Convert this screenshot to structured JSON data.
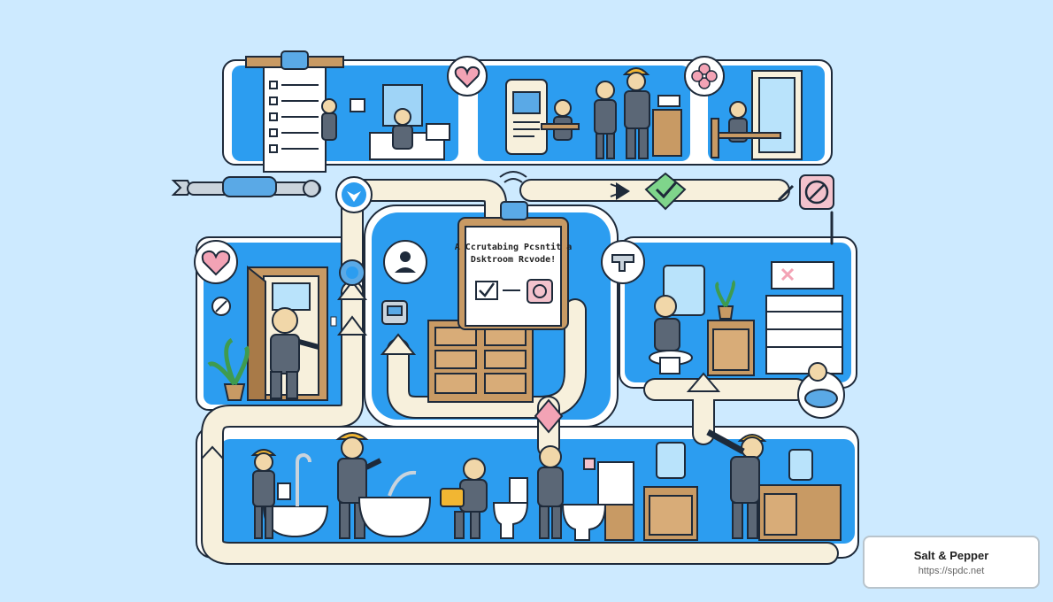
{
  "illustration": {
    "clipboard_title_line1": "A Ccrutabing Pcsntit a",
    "clipboard_title_line2": "Dsktroom Rcvode!"
  },
  "watermark": {
    "title": "Salt & Pepper",
    "url": "https://spdc.net"
  },
  "icons": [
    "heart-icon",
    "flower-icon",
    "wrench-icon",
    "checkmark-badge-icon",
    "arrow-right-icon",
    "no-symbol-icon",
    "person-icon",
    "faucet-icon",
    "heart-icon",
    "wifi-signal-icon"
  ],
  "colors": {
    "background": "#cdeaff",
    "panel_blue": "#2c9df0",
    "path_cream": "#f7f0dc",
    "outline_dark": "#1e2a3a",
    "wood": "#c89a64",
    "suit_gray": "#5b6776",
    "hard_hat": "#f2b632",
    "heart_pink": "#f3a3b5",
    "check_green": "#7fd58b"
  }
}
